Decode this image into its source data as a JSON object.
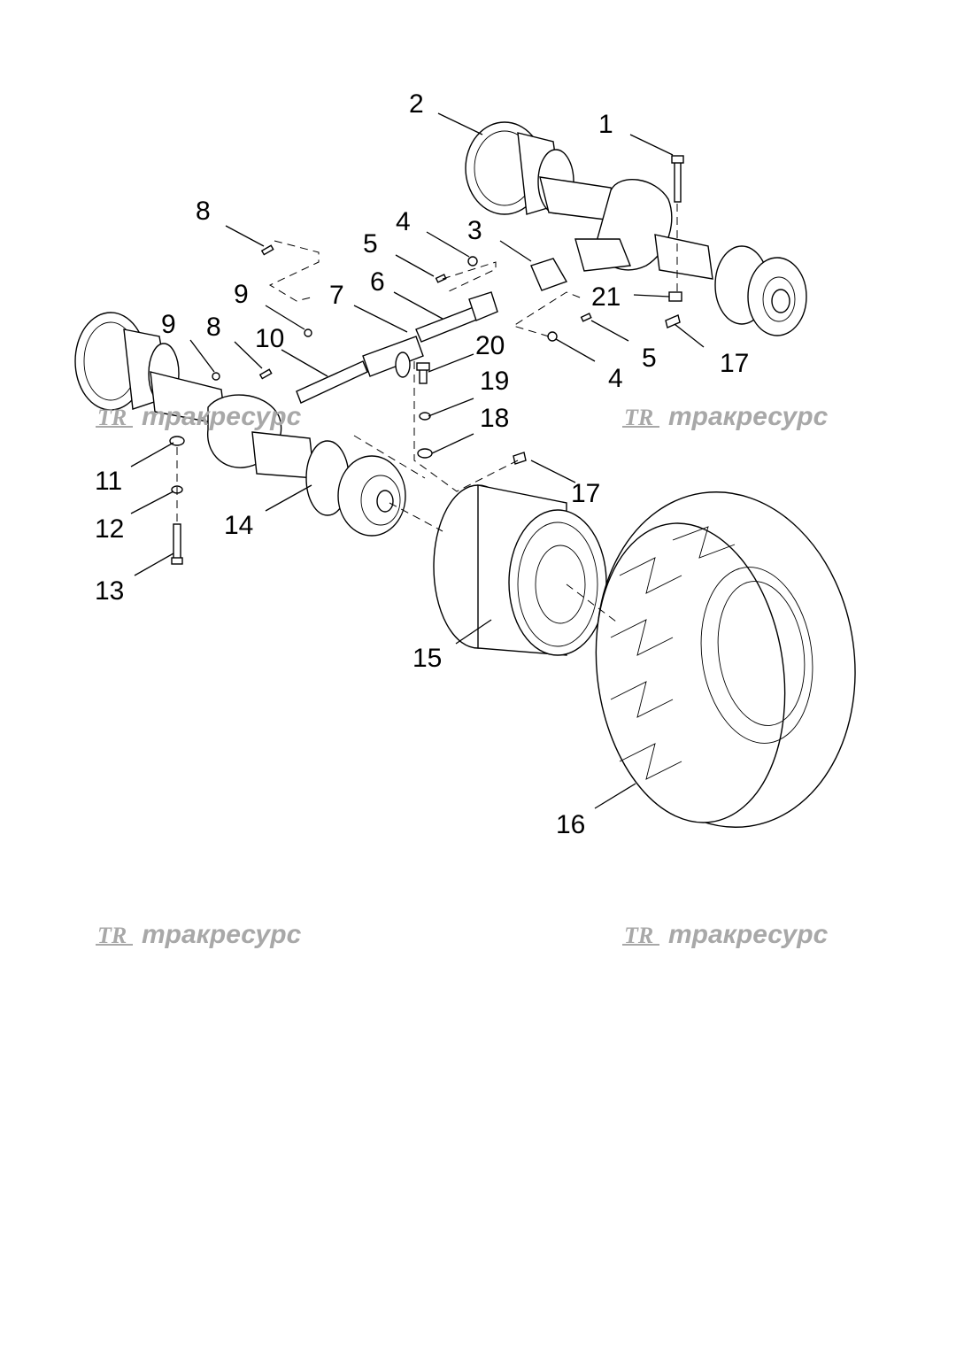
{
  "callouts": {
    "c1": "1",
    "c2": "2",
    "c3": "3",
    "c4a": "4",
    "c4b": "4",
    "c5a": "5",
    "c5b": "5",
    "c6": "6",
    "c7": "7",
    "c8a": "8",
    "c8b": "8",
    "c9a": "9",
    "c9b": "9",
    "c10": "10",
    "c11": "11",
    "c12": "12",
    "c13": "13",
    "c14": "14",
    "c15": "15",
    "c16": "16",
    "c17a": "17",
    "c17b": "17",
    "c18": "18",
    "c19": "19",
    "c20": "20",
    "c21": "21"
  },
  "watermark": {
    "logo": "TR",
    "text": "тракресурс"
  },
  "colors": {
    "line": "#000000",
    "watermark": "#a8a8a8",
    "background": "#ffffff"
  }
}
